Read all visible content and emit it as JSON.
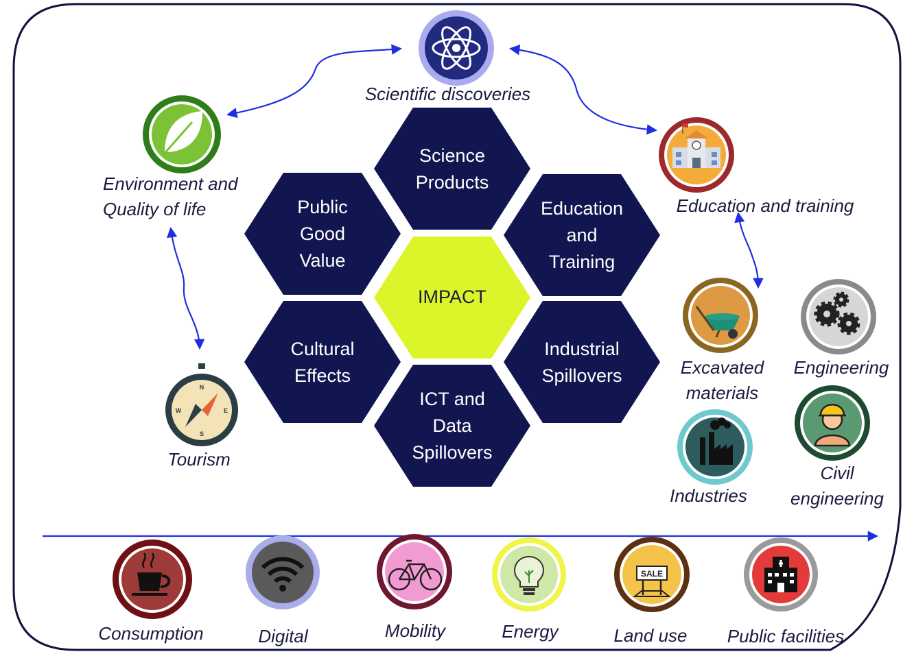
{
  "hexagons": {
    "center": "IMPACT",
    "science_products": [
      "Science",
      "Products"
    ],
    "public_good_value": [
      "Public",
      "Good",
      "Value"
    ],
    "education_training": [
      "Education",
      "and",
      "Training"
    ],
    "cultural_effects": [
      "Cultural",
      "Effects"
    ],
    "industrial_spillovers": [
      "Industrial",
      "Spillovers"
    ],
    "ict_data_spillovers": [
      "ICT and",
      "Data",
      "Spillovers"
    ]
  },
  "nodes": {
    "scientific_discoveries": "Scientific discoveries",
    "environment": [
      "Environment and",
      "Quality of life"
    ],
    "education": "Education and training",
    "tourism": "Tourism",
    "excavated": [
      "Excavated",
      "materials"
    ],
    "engineering": "Engineering",
    "industries": "Industries",
    "civil_engineering": [
      "Civil",
      "engineering"
    ]
  },
  "bottom_row": {
    "consumption": "Consumption",
    "digital": "Digital",
    "mobility": "Mobility",
    "energy": "Energy",
    "land_use": "Land use",
    "public_facilities": "Public facilities",
    "sale_sign": "SALE"
  },
  "colors": {
    "hex_dark": "#121650",
    "hex_center": "#dcf52a",
    "frame": "#0f1440",
    "arrow": "#1f2fe0",
    "label": "#1a1a40"
  },
  "icons": {
    "scientific_discoveries": "atom-icon",
    "environment": "leaf-icon",
    "education": "school-building-icon",
    "tourism": "compass-icon",
    "excavated": "wheelbarrow-icon",
    "engineering": "gears-icon",
    "industries": "factory-icon",
    "civil_engineering": "worker-helmet-icon",
    "consumption": "coffee-cup-icon",
    "digital": "wifi-icon",
    "mobility": "bicycle-icon",
    "energy": "lightbulb-icon",
    "land_use": "sale-sign-icon",
    "public_facilities": "hospital-icon"
  }
}
